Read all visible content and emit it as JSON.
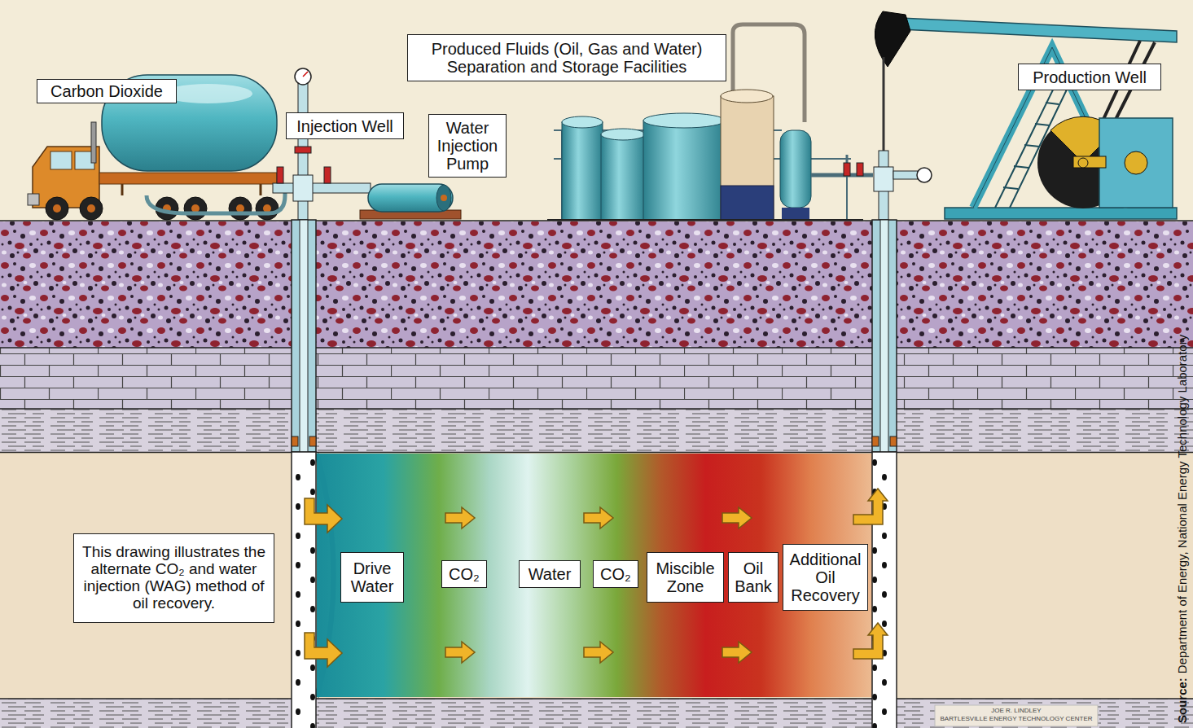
{
  "diagram": {
    "nodes": [
      {
        "text": [
          "Carbon Dioxide"
        ]
      },
      {
        "text": [
          "Injection Well"
        ]
      },
      {
        "text": [
          "Water Injection Pump"
        ]
      },
      {
        "text": [
          "Produced Fluids (Oil, Gas and Water) Separation and Storage Facilities"
        ]
      },
      {
        "text": [
          "Production Well"
        ]
      },
      {
        "text": [
          "This drawing illustrates the alternate CO₂ and water injection (WAG) method of oil recovery."
        ]
      },
      {
        "text": [
          "Drive Water"
        ]
      },
      {
        "text": [
          "CO₂"
        ]
      },
      {
        "text": [
          "Water"
        ]
      },
      {
        "text": [
          "CO₂"
        ]
      },
      {
        "text": [
          "Miscible Zone"
        ]
      },
      {
        "text": [
          "Oil Bank"
        ]
      },
      {
        "text": [
          "Additional Oil Recovery"
        ]
      }
    ],
    "labels": [
      "Source:",
      "Department of Energy, National Energy Technology Laboratory",
      "JOE R. LINDLEY",
      "BARTLESVILLE ENERGY TECHNOLOGY CENTER"
    ]
  }
}
